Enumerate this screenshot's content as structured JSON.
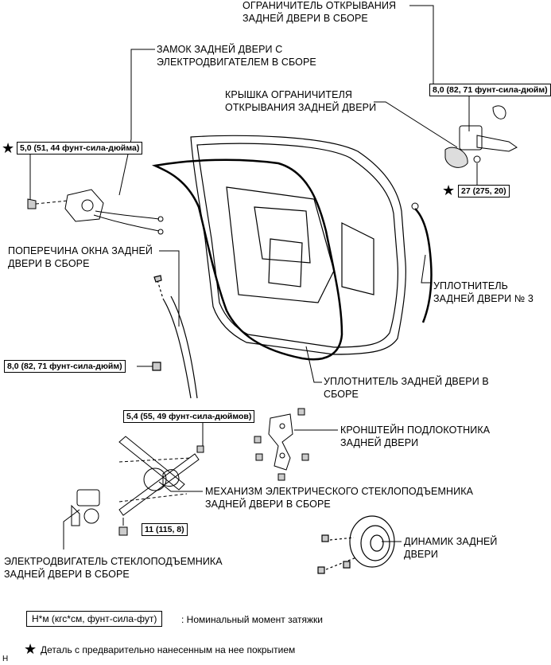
{
  "labels": {
    "stopper_assy_1": "ОГРАНИЧИТЕЛЬ ОТКРЫВАНИЯ",
    "stopper_assy_2": "ЗАДНЕЙ ДВЕРИ В СБОРЕ",
    "lock_1": "ЗАМОК ЗАДНЕЙ ДВЕРИ С",
    "lock_2": "ЭЛЕКТРОДВИГАТЕЛЕМ В СБОРЕ",
    "stopper_cover_1": "КРЫШКА ОГРАНИЧИТЕЛЯ",
    "stopper_cover_2": "ОТКРЫВАНИЯ ЗАДНЕЙ ДВЕРИ",
    "frame_1": "ПОПЕРЕЧИНА ОКНА ЗАДНЕЙ",
    "frame_2": "ДВЕРИ В СБОРЕ",
    "seal3_1": "УПЛОТНИТЕЛЬ",
    "seal3_2": "ЗАДНЕЙ ДВЕРИ № 3",
    "seal_1": "УПЛОТНИТЕЛЬ ЗАДНЕЙ ДВЕРИ В",
    "seal_2": "СБОРЕ",
    "bracket_1": "КРОНШТЕЙН ПОДЛОКОТНИКА",
    "bracket_2": "ЗАДНЕЙ ДВЕРИ",
    "regulator_1": "МЕХАНИЗМ ЭЛЕКТРИЧЕСКОГО СТЕКЛОПОДЪЕМНИКА",
    "regulator_2": "ЗАДНЕЙ ДВЕРИ В СБОРЕ",
    "speaker_1": "ДИНАМИК ЗАДНЕЙ",
    "speaker_2": "ДВЕРИ",
    "motor_1": "ЭЛЕКТРОДВИГАТЕЛЬ СТЕКЛОПОДЪЕМНИКА",
    "motor_2": "ЗАДНЕЙ ДВЕРИ В СБОРЕ"
  },
  "torques": {
    "t1": "8,0 (82, 71 фунт-сила-дюйм)",
    "t2": "5,0 (51, 44 фунт-сила-дюйма)",
    "t3": "27 (275, 20)",
    "t4": "8,0 (82, 71 фунт-сила-дюйм)",
    "t5": "5,4 (55, 49 фунт-сила-дюймов)",
    "t6": "11 (115, 8)"
  },
  "legend": {
    "unit_box": "Н*м (кгс*см, фунт-сила-фут)",
    "unit_text": ": Номинальный момент затяжки",
    "star_text": "Деталь с предварительно нанесенным на нее покрытием",
    "star_symbol": "★"
  },
  "corner_code": "H"
}
